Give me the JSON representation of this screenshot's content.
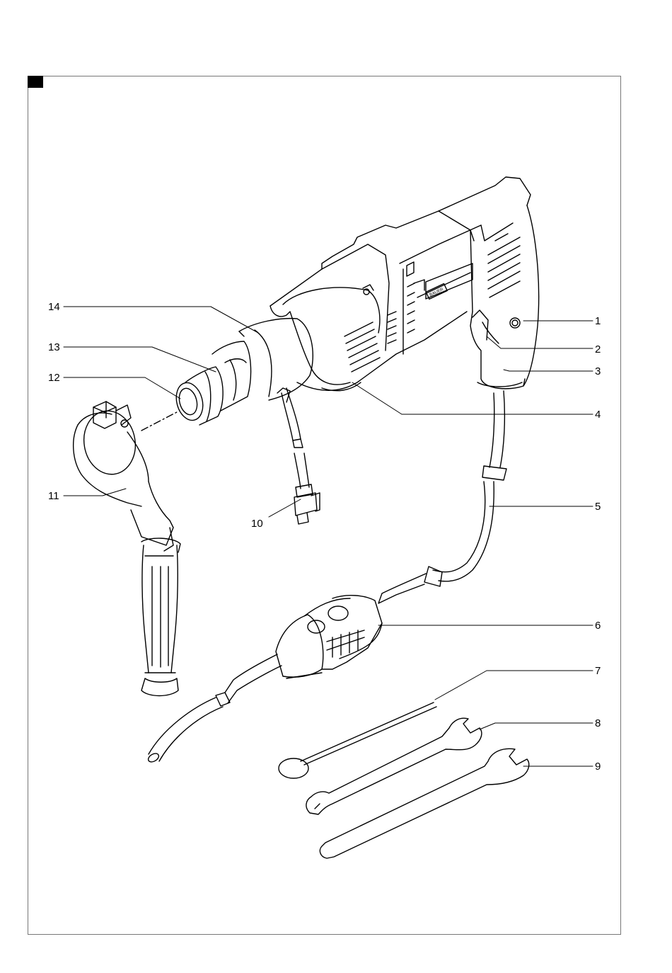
{
  "brand_plate": "BAUER",
  "callouts": [
    {
      "id": "1",
      "label": "1"
    },
    {
      "id": "2",
      "label": "2"
    },
    {
      "id": "3",
      "label": "3"
    },
    {
      "id": "4",
      "label": "4"
    },
    {
      "id": "5",
      "label": "5"
    },
    {
      "id": "6",
      "label": "6"
    },
    {
      "id": "7",
      "label": "7"
    },
    {
      "id": "8",
      "label": "8"
    },
    {
      "id": "9",
      "label": "9"
    },
    {
      "id": "10",
      "label": "10"
    },
    {
      "id": "11",
      "label": "11"
    },
    {
      "id": "12",
      "label": "12"
    },
    {
      "id": "13",
      "label": "13"
    },
    {
      "id": "14",
      "label": "14"
    }
  ],
  "colors": {
    "line": "#000000",
    "frame": "#777777",
    "background": "#ffffff"
  }
}
